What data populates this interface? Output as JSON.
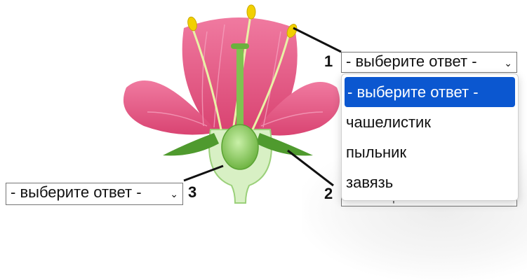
{
  "selects": {
    "s1": {
      "number": "1",
      "value": "- выберите ответ -"
    },
    "s2": {
      "number": "2",
      "value": "- выберите ответ -"
    },
    "s3": {
      "number": "3",
      "value": "- выберите ответ -"
    }
  },
  "dropdown": {
    "options": [
      "- выберите ответ -",
      "чашелистик",
      "пыльник",
      "завязь"
    ],
    "selected_index": 0
  },
  "colors": {
    "petal": "#e8577f",
    "sepal": "#5ea83a",
    "ovary": "#8ccc5c",
    "anther": "#f2d000",
    "highlight": "#0b57d0"
  }
}
